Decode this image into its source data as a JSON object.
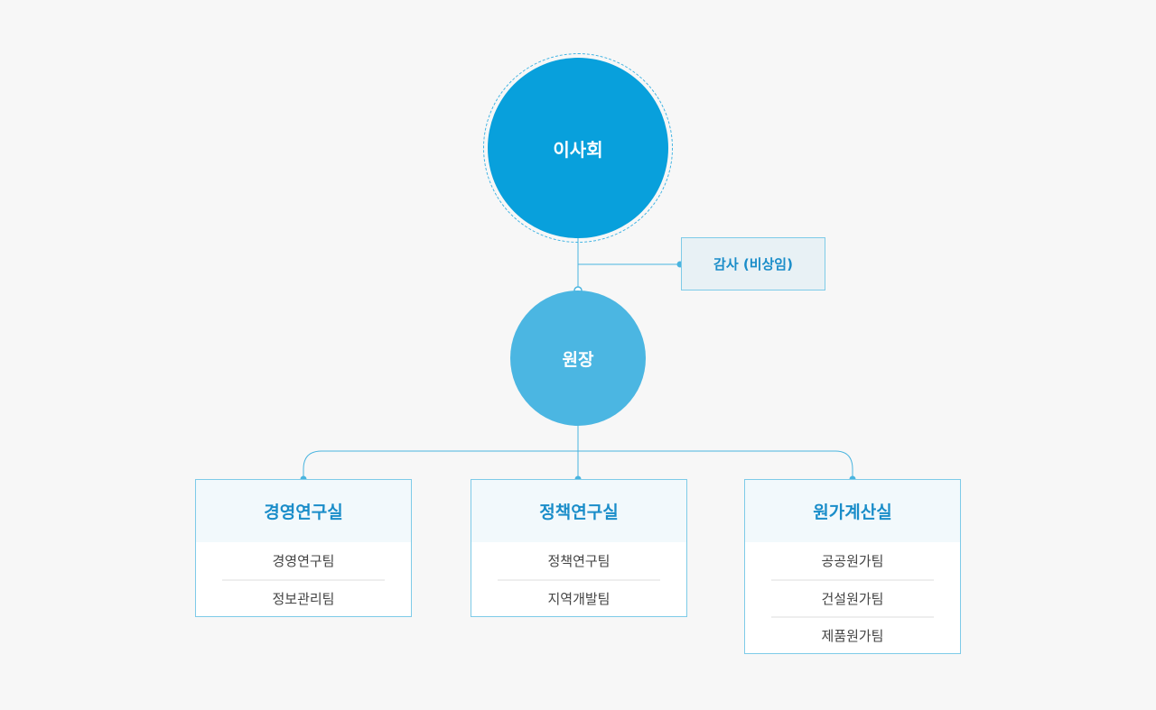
{
  "board": {
    "label": "이사회"
  },
  "auditor": {
    "label": "감사 (비상임)"
  },
  "director": {
    "label": "원장"
  },
  "departments": [
    {
      "title": "경영연구실",
      "teams": [
        "경영연구팀",
        "정보관리팀"
      ]
    },
    {
      "title": "정책연구실",
      "teams": [
        "정책연구팀",
        "지역개발팀"
      ]
    },
    {
      "title": "원가계산실",
      "teams": [
        "공공원가팀",
        "건설원가팀",
        "제품원가팀"
      ]
    }
  ],
  "colors": {
    "board": "#08a0dc",
    "director": "#4bb6e2",
    "accent_text": "#1a8dc9",
    "connector": "#49b4df",
    "box_border": "#7ecbe8",
    "background": "#f7f7f7"
  }
}
